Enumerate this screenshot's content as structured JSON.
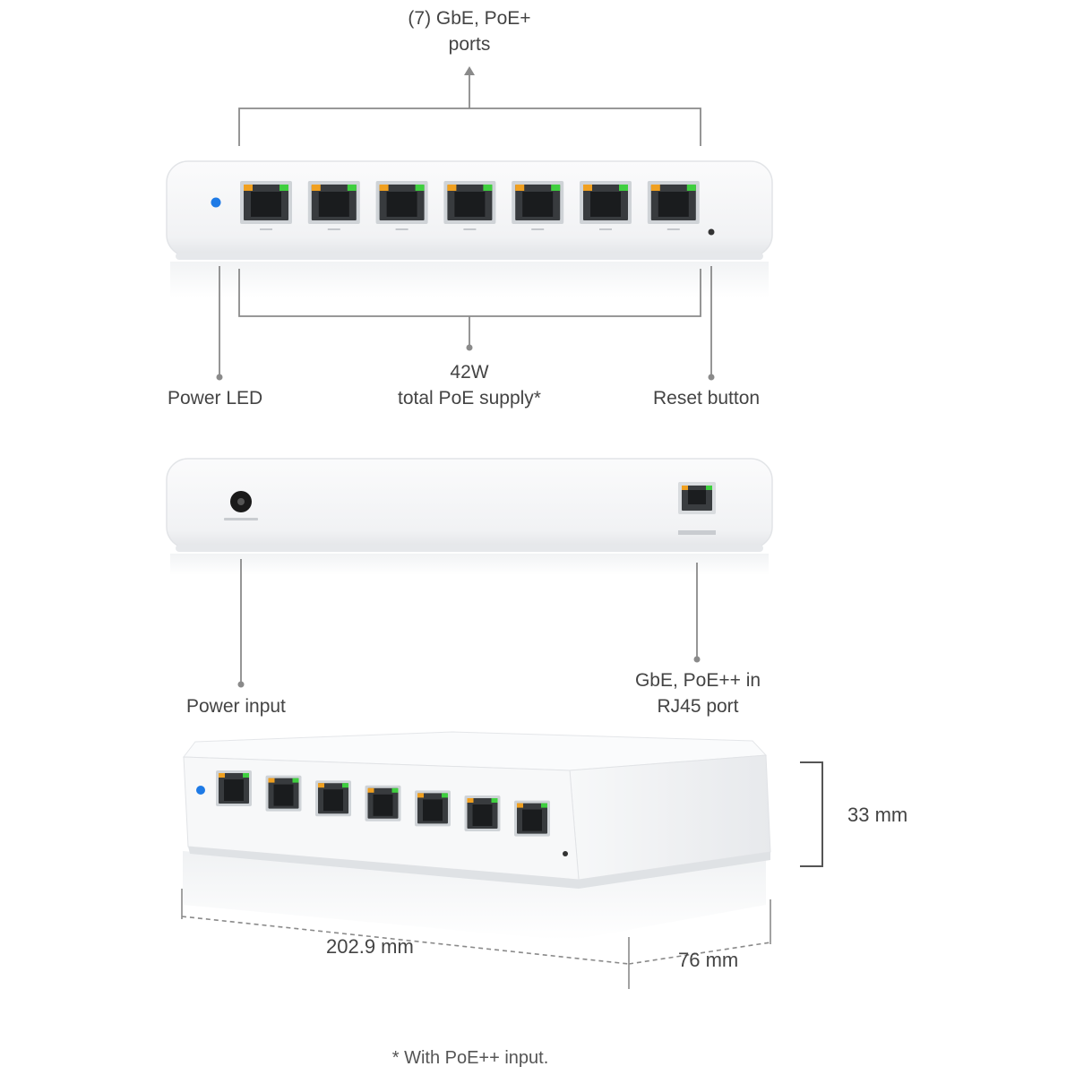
{
  "labels": {
    "ports_line1": "(7) GbE, PoE+",
    "ports_line2": "ports",
    "power_led": "Power LED",
    "poe_line1": "42W",
    "poe_line2": "total PoE supply*",
    "reset_button": "Reset button",
    "power_input": "Power input",
    "uplink_line1": "GbE, PoE++ in",
    "uplink_line2": "RJ45 port",
    "height": "33 mm",
    "width": "202.9 mm",
    "depth": "76 mm",
    "footnote": "* With PoE++ input."
  },
  "colors": {
    "led_blue": "#1e7ae6",
    "port_amber": "#f0a020",
    "port_green": "#3fcf3f",
    "device_white": "#f6f7f8",
    "line_gray": "#8a8a8a"
  },
  "front_ports": {
    "count": 7
  }
}
